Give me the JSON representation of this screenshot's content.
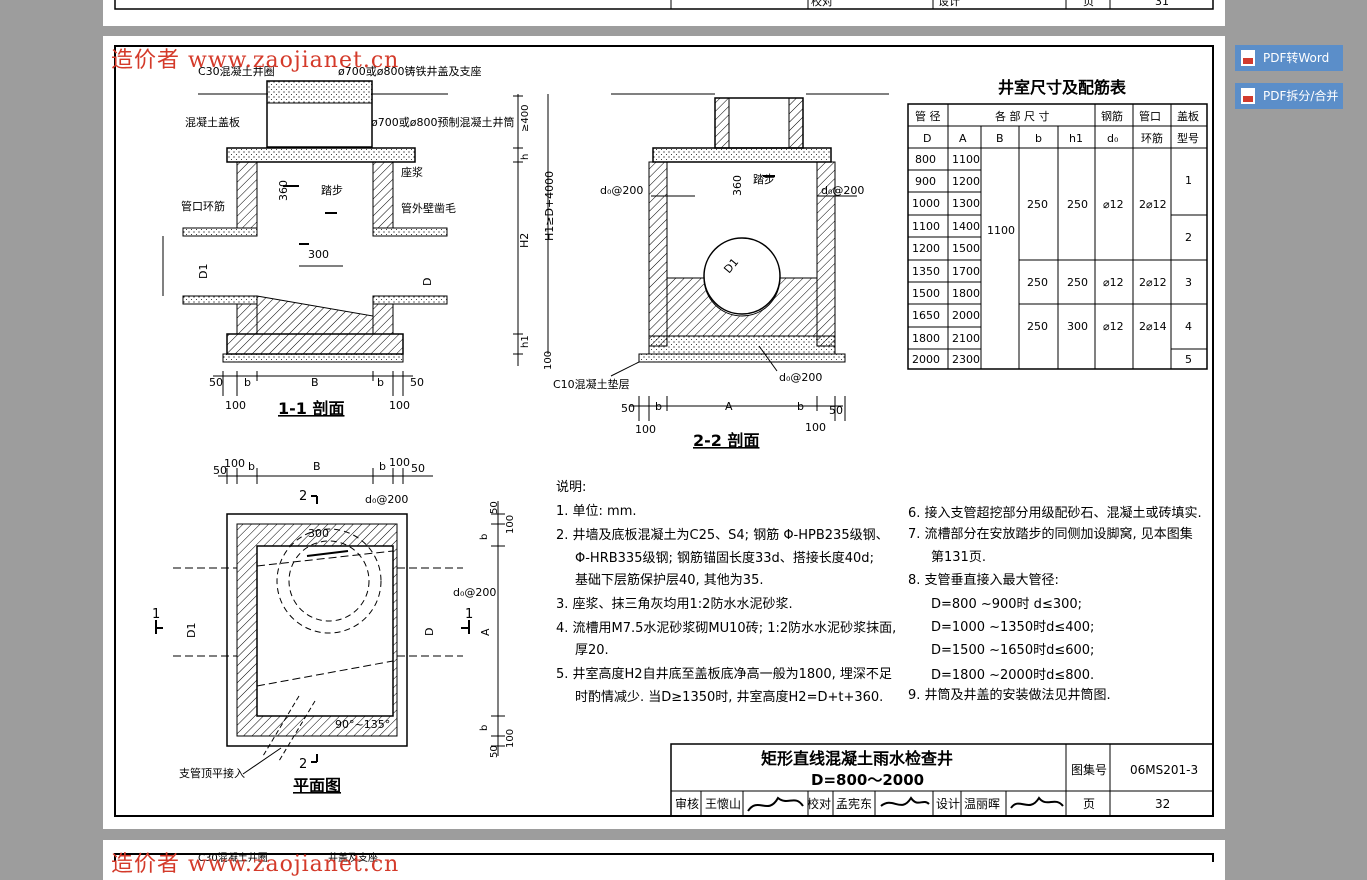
{
  "watermark": "造价者 www.zaojianet.cn",
  "sidebar": {
    "pdf_to_word": "PDF转Word",
    "pdf_split_merge": "PDF拆分/合并"
  },
  "prev_page": {
    "stub_texts": [
      "校对",
      "设计",
      "页",
      "31"
    ]
  },
  "next_page": {
    "stub_texts": [
      "C30混凝土井圈",
      "井盖及支座"
    ]
  },
  "drawing": {
    "section11": {
      "title": "1-1 剖面",
      "labels": [
        "C30混凝土井圈",
        "ø700或ø800铸铁井盖及支座",
        "ø700或ø800预制混凝土井筒",
        "混凝土盖板",
        "座浆",
        "踏步",
        "管口环筋",
        "管外壁凿毛",
        "360",
        "300",
        "D1",
        "D",
        "H1≥D+4000",
        "H2",
        "h",
        "h1",
        "≥400",
        "100"
      ],
      "dims": [
        "50",
        "b",
        "B",
        "b",
        "50",
        "100",
        "100"
      ]
    },
    "section22": {
      "title": "2-2 剖面",
      "labels": [
        "d₀@200",
        "d₀@200",
        "踏步",
        "360",
        "D1",
        "C10混凝土垫层",
        "d₀@200"
      ],
      "dims": [
        "50",
        "b",
        "A",
        "b",
        "50",
        "100",
        "100"
      ]
    },
    "plan": {
      "title": "平面图",
      "labels": [
        "d₀@200",
        "300",
        "d₀@200",
        "90°~135°",
        "支管顶平接入",
        "D1",
        "D",
        "A"
      ],
      "dims_top": [
        "50",
        "100",
        "b",
        "B",
        "b",
        "100",
        "50"
      ],
      "dims_right": [
        "50",
        "b",
        "100",
        "b",
        "100",
        "50"
      ],
      "section_marks": [
        "1",
        "1",
        "2",
        "2"
      ]
    },
    "table": {
      "title": "井室尺寸及配筋表",
      "header_top": [
        "管 径",
        "各 部 尺 寸",
        "钢筋",
        "管口",
        "盖板"
      ],
      "header_bottom": [
        "D",
        "A",
        "B",
        "b",
        "h1",
        "d₀",
        "环筋",
        "型号"
      ],
      "rows": [
        {
          "D": "800",
          "A": "1100"
        },
        {
          "D": "900",
          "A": "1200"
        },
        {
          "D": "1000",
          "A": "1300"
        },
        {
          "D": "1100",
          "A": "1400"
        },
        {
          "D": "1200",
          "A": "1500"
        },
        {
          "D": "1350",
          "A": "1700"
        },
        {
          "D": "1500",
          "A": "1800"
        },
        {
          "D": "1650",
          "A": "2000"
        },
        {
          "D": "1800",
          "A": "2100"
        },
        {
          "D": "2000",
          "A": "2300"
        }
      ],
      "B_all": "1100",
      "groups": [
        {
          "b": "250",
          "h1": "250",
          "d0": "⌀12",
          "ring": "2⌀12"
        },
        {
          "b": "250",
          "h1": "250",
          "d0": "⌀12",
          "ring": "2⌀12"
        },
        {
          "b": "250",
          "h1": "300",
          "d0": "⌀12",
          "ring": "2⌀14"
        }
      ],
      "cover_types": [
        "1",
        "2",
        "3",
        "4",
        "5"
      ]
    },
    "notes": {
      "heading": "说明:",
      "left": [
        "1. 单位: mm.",
        "2. 井墙及底板混凝土为C25、S4; 钢筋 Φ-HPB235级钢、",
        "Φ-HRB335级钢; 钢筋锚固长度33d、搭接长度40d;",
        "基础下层筋保护层40, 其他为35.",
        "3. 座浆、抹三角灰均用1:2防水水泥砂浆.",
        "4. 流槽用M7.5水泥砂浆砌MU10砖; 1:2防水水泥砂浆抹面,",
        "厚20.",
        "5. 井室高度H2自井底至盖板底净高一般为1800, 埋深不足",
        "时酌情减少. 当D≥1350时, 井室高度H2=D+t+360."
      ],
      "right": [
        "6. 接入支管超挖部分用级配砂石、混凝土或砖填实.",
        "7. 流槽部分在安放踏步的同侧加设脚窝, 见本图集",
        "第131页.",
        "8. 支管垂直接入最大管径:",
        "D=800 ~900时   d≤300;",
        "D=1000 ~1350时d≤400;",
        "D=1500 ~1650时d≤600;",
        "D=1800 ~2000时d≤800.",
        "9. 井筒及井盖的安装做法见井筒图."
      ]
    },
    "titleblock": {
      "title1": "矩形直线混凝土雨水检查井",
      "title2": "D=800～2000",
      "atlas_label": "图集号",
      "atlas_no": "06MS201-3",
      "page_label": "页",
      "page_no": "32",
      "review_label": "审核",
      "reviewer": "王懷山",
      "check_label": "校对",
      "checker": "孟宪东",
      "design_label": "设计",
      "designer": "温丽晖"
    }
  }
}
